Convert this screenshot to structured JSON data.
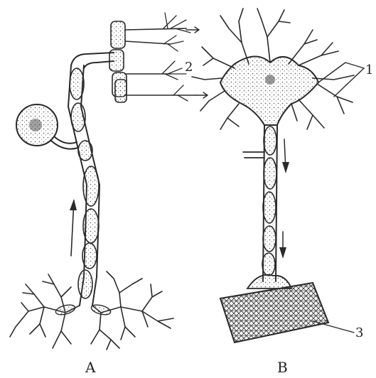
{
  "figure": {
    "panels": [
      {
        "id": "A",
        "label": "A"
      },
      {
        "id": "B",
        "label": "B"
      }
    ],
    "callouts": [
      "1",
      "2",
      "3"
    ]
  },
  "colors": {
    "ink": "#2a2a2a",
    "background": "#ffffff"
  }
}
